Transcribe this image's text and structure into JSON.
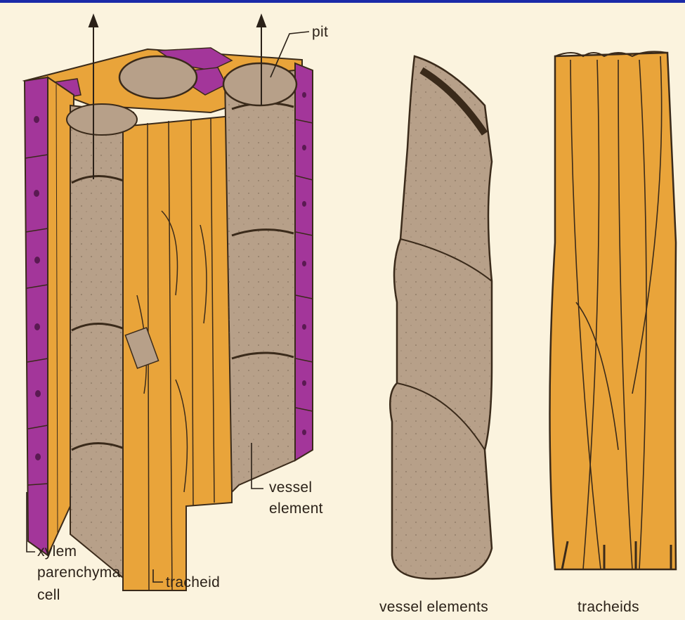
{
  "labels": {
    "pit": "pit",
    "vessel_element_line1": "vessel",
    "vessel_element_line2": "element",
    "xylem_line1": "xylem",
    "xylem_line2": "parenchyma",
    "xylem_line3": "cell",
    "tracheid": "tracheid",
    "vessel_elements_caption": "vessel elements",
    "tracheids_caption": "tracheids"
  },
  "colors": {
    "background": "#fbf3de",
    "parenchyma": "#a3369a",
    "tracheid": "#e9a43a",
    "vessel": "#b7a089",
    "outline": "#3a2a1a"
  }
}
